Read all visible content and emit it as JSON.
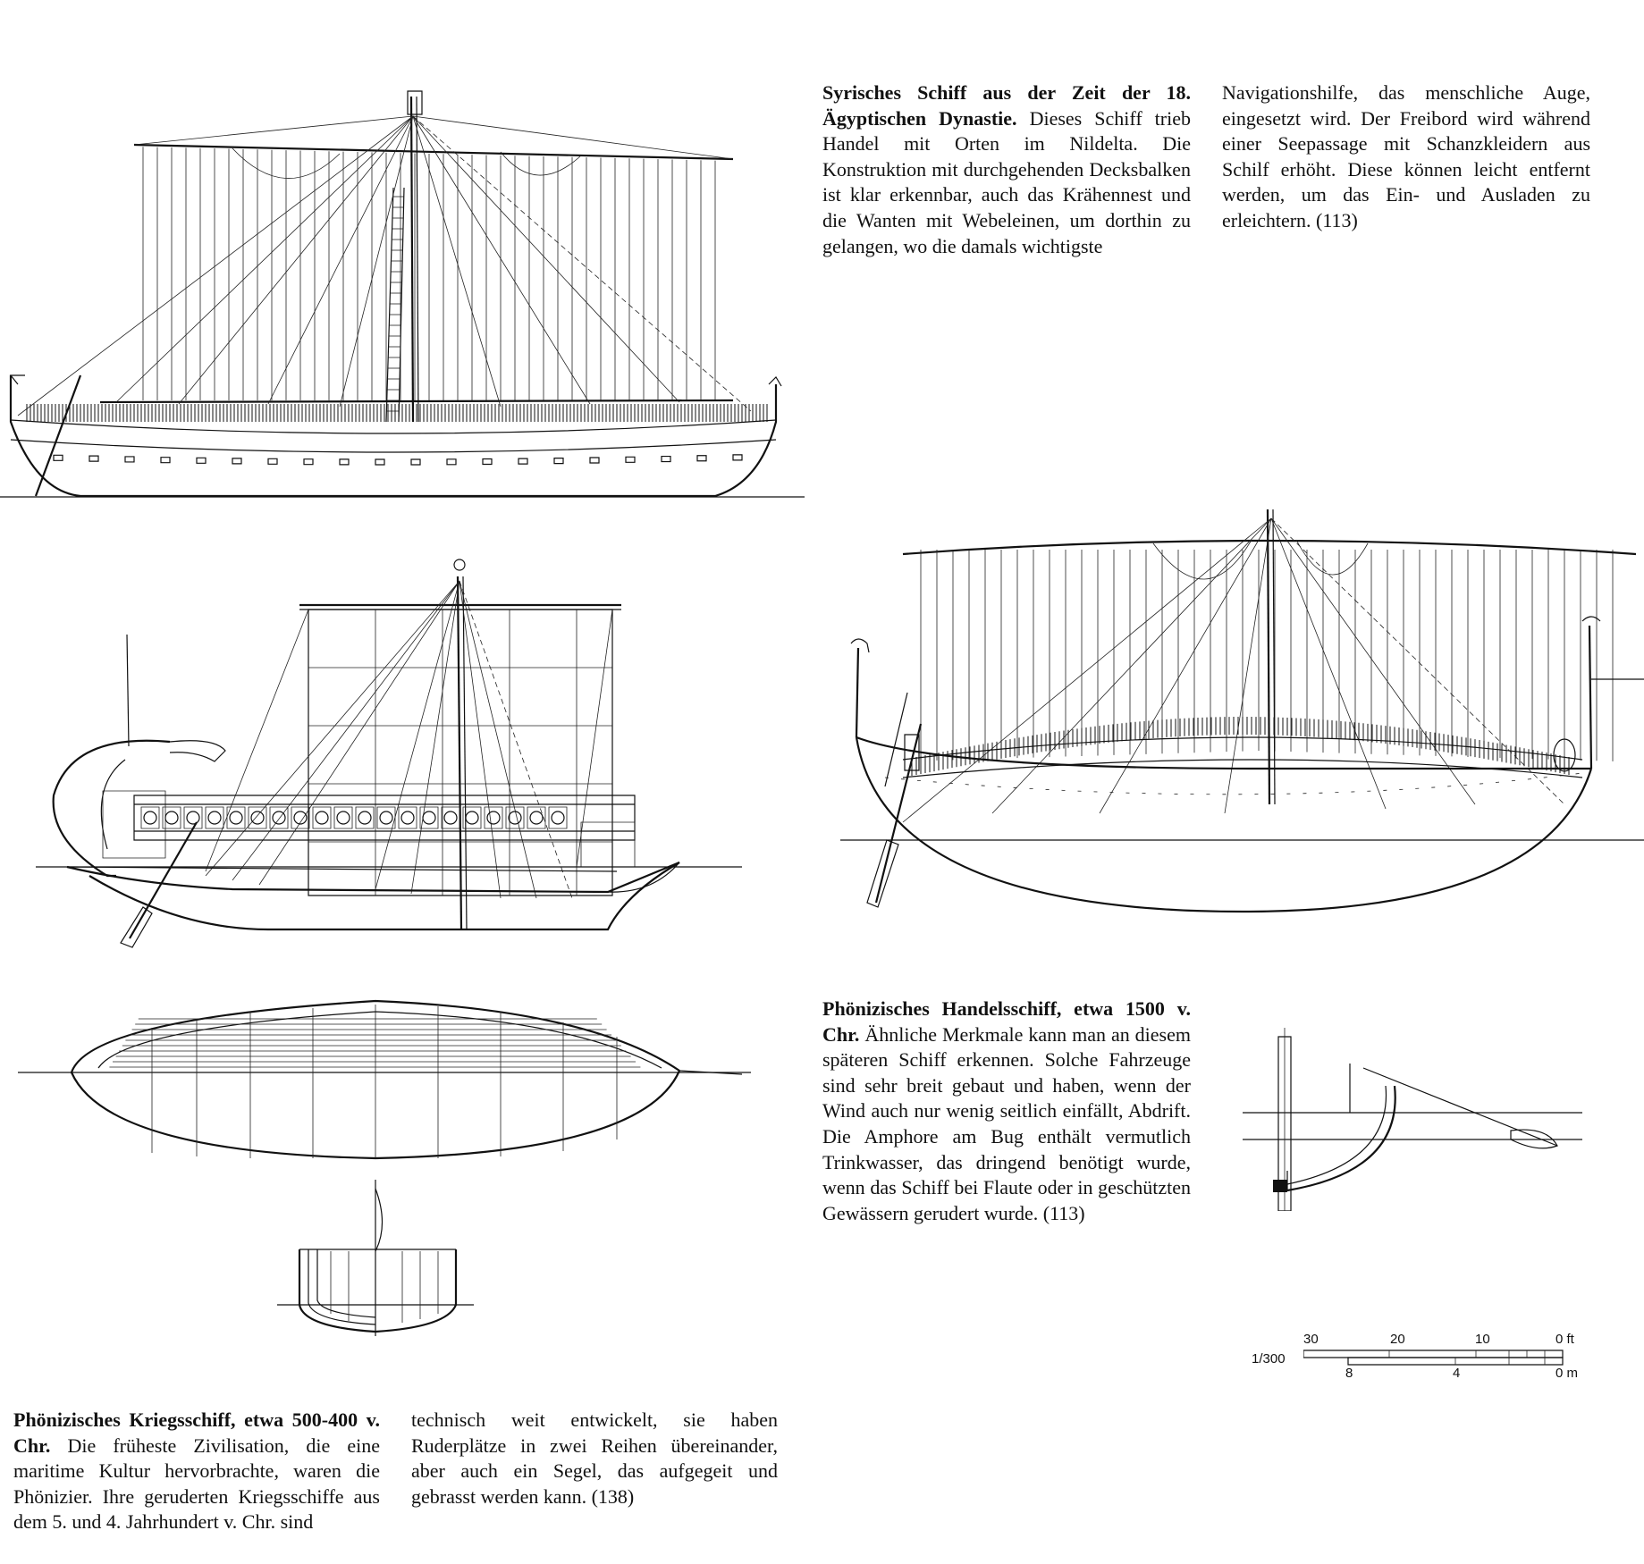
{
  "captions": {
    "syrian": {
      "title": "Syrisches Schiff aus der Zeit der 18. Ägyptischen Dynastie.",
      "col1": "Dieses Schiff trieb Handel mit Orten im Nildelta. Die Konstruktion mit durchgehenden Decksbalken ist klar erkennbar, auch das Krähennest und die Wanten mit Webeleinen, um dorthin zu gelangen, wo die damals wichtigste",
      "col2": "Navigationshilfe, das menschliche Auge, eingesetzt wird. Der Freibord wird während einer Seepassage mit Schanzkleidern aus Schilf erhöht. Diese können leicht entfernt werden, um das Ein- und Ausladen zu erleichtern. (113)"
    },
    "merchant": {
      "title": "Phönizisches Handelsschiff, etwa 1500 v. Chr.",
      "body": "Ähnliche Merkmale kann man an diesem späteren Schiff erkennen. Solche Fahrzeuge sind sehr breit gebaut und haben, wenn der Wind auch nur wenig seitlich einfällt, Abdrift. Die Amphore am Bug enthält vermutlich Trinkwasser, das dringend benötigt wurde, wenn das Schiff bei Flaute oder in geschützten Gewässern gerudert wurde. (113)"
    },
    "warship": {
      "title": "Phönizisches Kriegsschiff, etwa 500-400 v. Chr.",
      "col1": "Die früheste Zivilisation, die eine maritime Kultur hervorbrachte, waren die Phönizier. Ihre geruderten Kriegsschiffe aus dem 5. und 4. Jahrhundert v. Chr. sind",
      "col2": "technisch weit entwickelt, sie haben Ruderplätze in zwei Reihen übereinander, aber auch ein Segel, das aufgegeit und gebrasst werden kann. (138)"
    }
  },
  "scale_bar": {
    "ratio": "1/300",
    "feet_ticks": [
      "30",
      "20",
      "10",
      "0 ft"
    ],
    "meter_ticks": [
      "8",
      "4",
      "0 m"
    ]
  }
}
